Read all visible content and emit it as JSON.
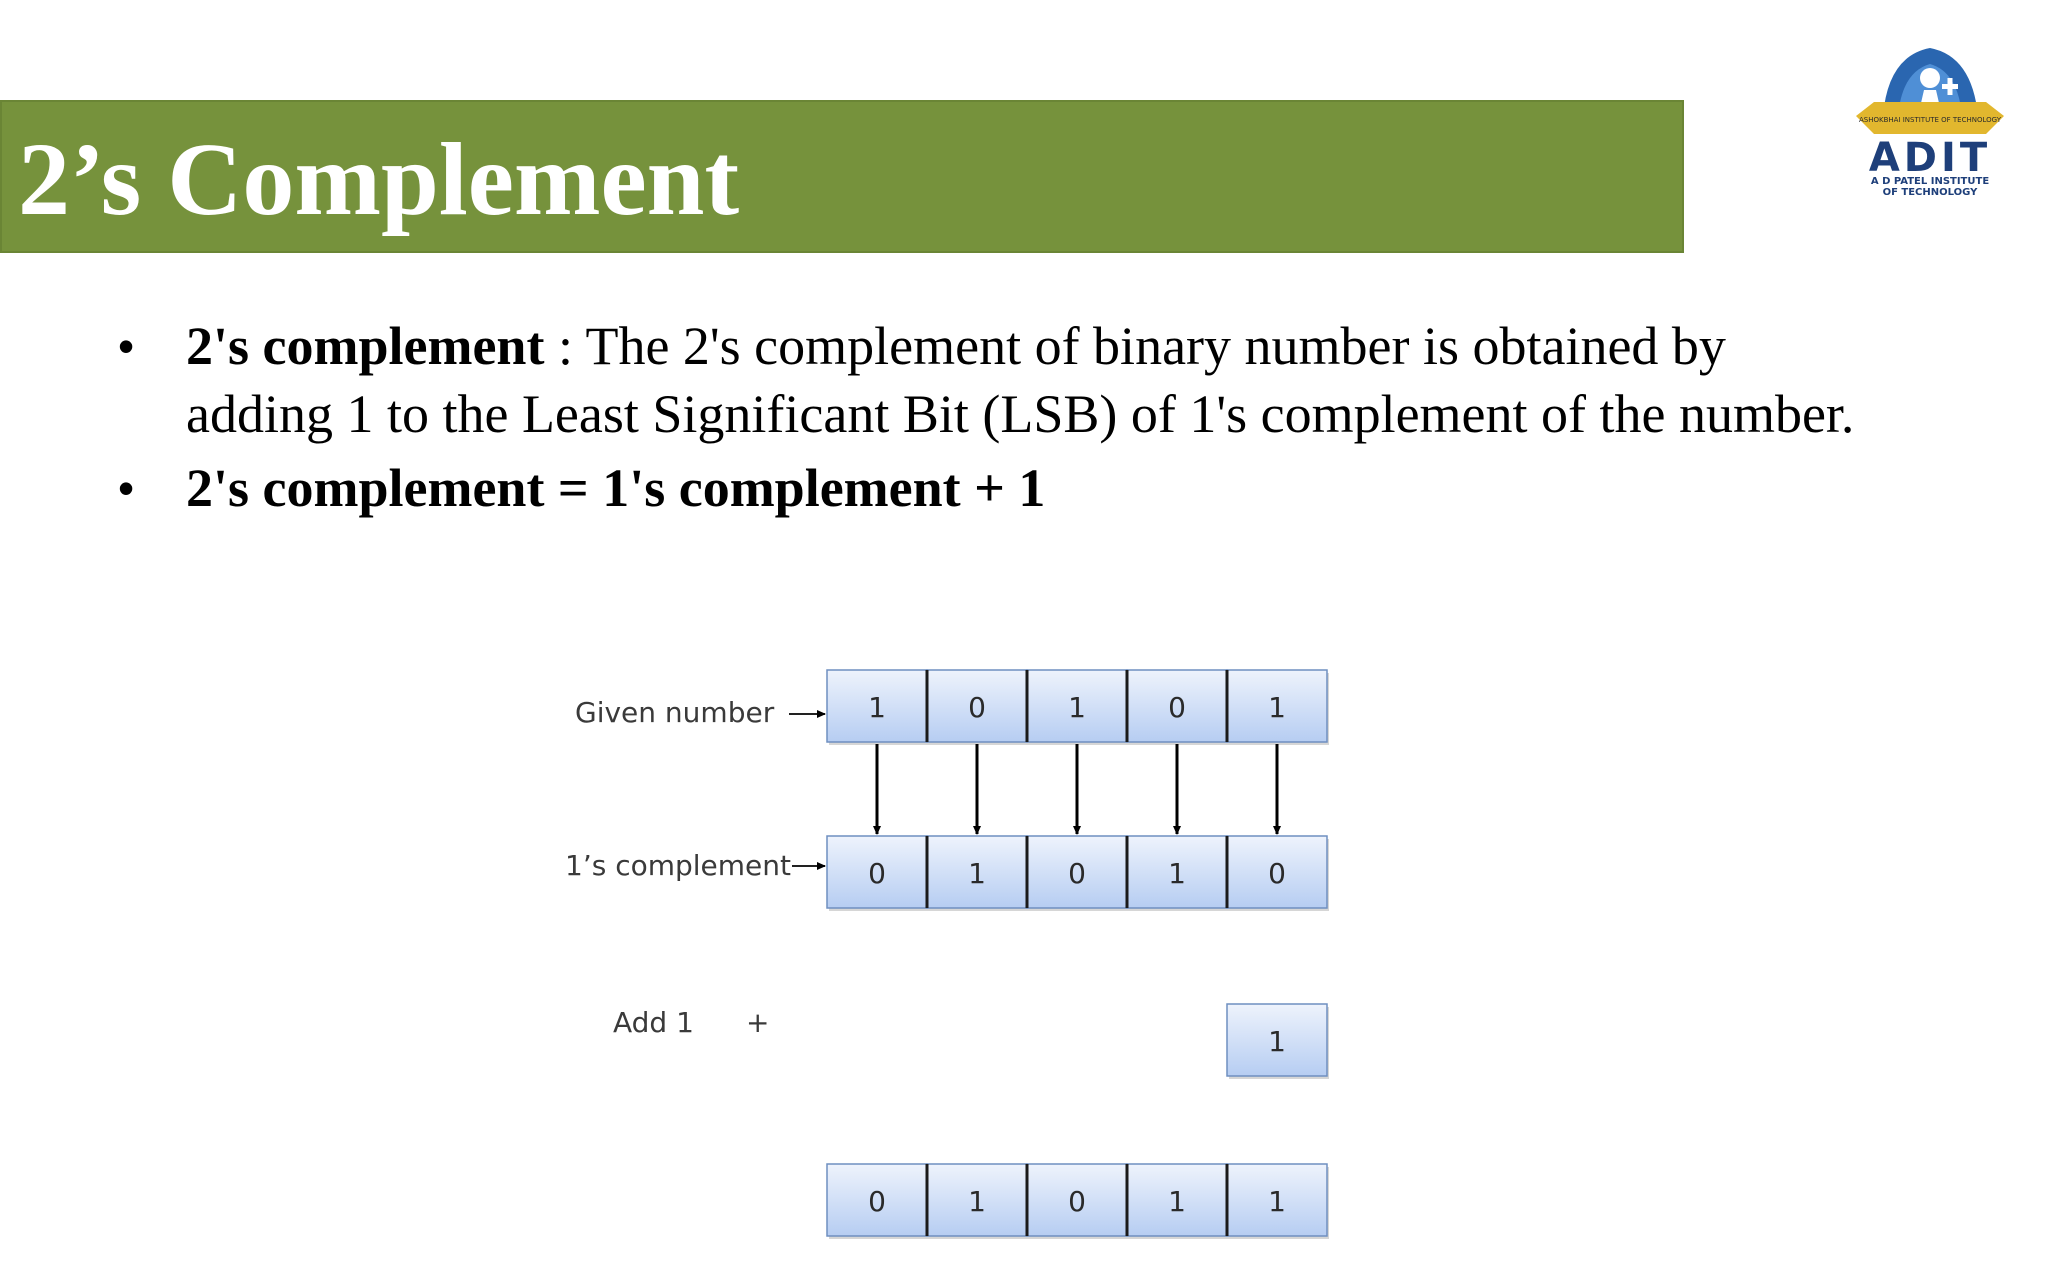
{
  "slide": {
    "title": "2’s Complement"
  },
  "logo": {
    "ribbon_text": "ASHOKBHAI INSTITUTE OF TECHNOLOGY",
    "name": "ADIT",
    "subtitle_line1": "A D PATEL INSTITUTE",
    "subtitle_line2": "OF TECHNOLOGY",
    "icon": "institute-crest-icon"
  },
  "bullets": [
    {
      "bold": "2's complement",
      "text": " : The 2's complement of binary number is obtained by adding 1 to the Least Significant Bit (LSB) of 1's complement of the number."
    },
    {
      "bold": "2's complement = 1's complement + 1",
      "text": ""
    }
  ],
  "diagram": {
    "given_label": "Given number",
    "ones_label": "1’s complement",
    "add_label": "Add 1",
    "plus_sign": "+",
    "given_bits": [
      "1",
      "0",
      "1",
      "0",
      "1"
    ],
    "ones_bits": [
      "0",
      "1",
      "0",
      "1",
      "0"
    ],
    "add_bit": "1",
    "result_bits": [
      "0",
      "1",
      "0",
      "1",
      "1"
    ],
    "colors": {
      "cell_top": "#eef3fc",
      "cell_bottom": "#b6cdf2",
      "cell_border": "#6f8fc0",
      "arrow": "#000000",
      "title_bar": "#76923c"
    }
  }
}
